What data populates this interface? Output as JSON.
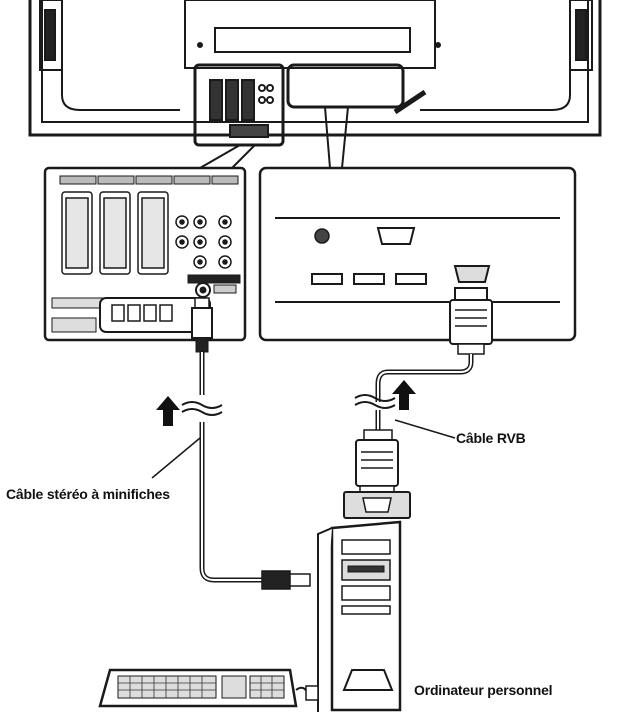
{
  "labels": {
    "stereo_cable": "Câble stéréo à minifiches",
    "rgb_cable": "Câble RVB",
    "computer": "Ordinateur personnel"
  },
  "colors": {
    "line": "#1a1a1a",
    "panel_fill": "#ffffff",
    "shade": "#d9d9d9",
    "dark": "#2a2a2a"
  }
}
